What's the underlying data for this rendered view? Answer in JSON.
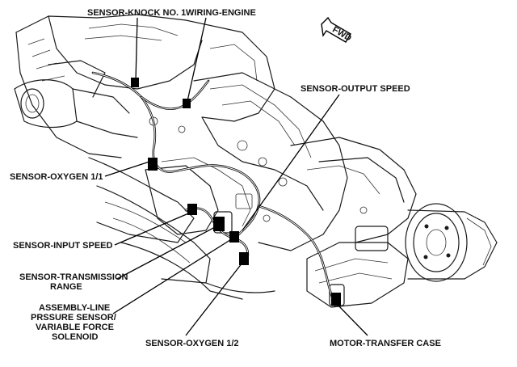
{
  "labels": {
    "knock": "SENSOR-KNOCK NO. 1",
    "wiring": "WIRING-ENGINE",
    "output_speed": "SENSOR-OUTPUT SPEED",
    "oxygen_11": "SENSOR-OXYGEN 1/1",
    "input_speed": "SENSOR-INPUT SPEED",
    "trans_range_1": "SENSOR-TRANSMISSION",
    "trans_range_2": "RANGE",
    "assembly_1": "ASSEMBLY-LINE",
    "assembly_2": "PRSSURE SENSOR/",
    "assembly_3": "VARIABLE FORCE",
    "assembly_4": "SOLENOID",
    "oxygen_12": "SENSOR-OXYGEN 1/2",
    "motor_transfer": "MOTOR-TRANSFER CASE",
    "fwd": "FWD"
  }
}
